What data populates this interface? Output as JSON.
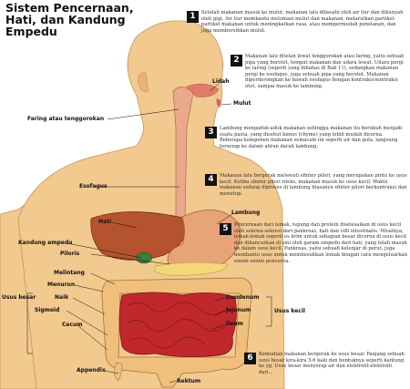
{
  "title": "Sistem Pencernaan, Hati, dan Kandung Empedu",
  "labels": {
    "lidah": "Lidah",
    "mulut": "Mulut",
    "faring": "Faring atau tenggorokan",
    "esofagus": "Esofagus",
    "hati": "Hati",
    "lambung": "Lambung",
    "kandung_empedu": "Kandung empedu",
    "piloris": "Piloris",
    "melintang": "Melintang",
    "menurun": "Menurun",
    "naik": "Naik",
    "sigmoid": "Sigmoid",
    "cecum": "Cecum",
    "usus_besar": "Usus besar",
    "duodenum": "Duodenum",
    "jejunum": "Jejunum",
    "ileum": "Ileum",
    "usus_kecil": "Usus kecil",
    "appendix": "Appendix",
    "rektum": "Rektum"
  },
  "steps": [
    {
      "n": "1",
      "text": "Setelah makanan masuk ke mulut, makanan lalu dibasahi oleh air liur dan dikunyah oleh gigi. Air liur membantu melumasi mulut dan makanan, melarutkan partikel-partikel makanan untuk meningkatkan rasa, atau mempermudah penelanan, dan juga membersihkan mulut."
    },
    {
      "n": "2",
      "text": "Makanan lalu ditelan lewat tenggorokan atau faring, yaitu sebuah pipa yang berotot, tempat makanan dan udara lewat. Udara pergi ke laring (seperti yang dibahas di Bab 11), sedangkan makanan pergi ke esofagus, juga sebuah pipa yang berotot. Makanan diperdorongkan ke bawah esofagus dengan kontraksi-kontraksi otot, sampai masuk ke lambung."
    },
    {
      "n": "3",
      "text": "Lambung mengaduk-aduk makanan sehingga makanan itu berubah menjadi suatu pasta, yang disebut kimus (chyme) yang lebih mudah dicerna. Beberapa komponen makanan semacam ini seperti air dan gula, langsung terserap ke dalam aliran darah lambung."
    },
    {
      "n": "4",
      "text": "Makanan lalu bergerak melewati sfinter pilori, yang merupakan pintu ke usus kecil. Ketika sfinter pilori rileks, makanan masuk ke usus kecil. Waktu makanan sedang diproses di lambung biasanya sfinter pilori berkontraksi dan menutup."
    },
    {
      "n": "5",
      "text": "Pencernaan dari lemak, tepung dan protein diselesaikan di usus kecil oleh sekresi-sekresi dari pankreas, hati dan villi intestinalis. Misalnya, lemak-lemak seperti es krim untuk sebagian besar dicerna di usus kecil dan dihancurkan di sini oleh garam empedu dari hati, yang telah masuk ke dalam usus kecil. Pankreas, yaitu sebuah kelenjar di perut, juga membantu usus untuk membusukkan lemak dengan cara mengeluarkan enzim-enzim pencerna."
    },
    {
      "n": "6",
      "text": "Kemudian makanan bergerak ke usus besar. Panjang sebuah usus besar kira-kira 5-6 kaki dan bentuknya seperti kantung ke yg. Usus besar menyerap air dan elektrolit-elektrolit dari..."
    }
  ],
  "colors": {
    "skin": "#f2c98f",
    "liver": "#b5532e",
    "stomach": "#e6a477",
    "small_intestine": "#c0282c",
    "large_intestine": "#f0bf7c",
    "esophagus": "#e9a98a",
    "gall": "#3f7d3a",
    "text": "#333333",
    "badge": "#111111"
  }
}
